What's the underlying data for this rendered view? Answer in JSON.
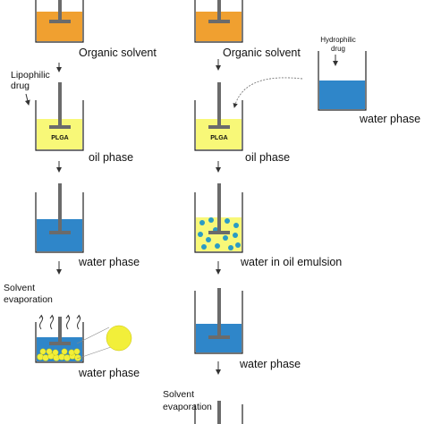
{
  "colors": {
    "organic": "#f0a030",
    "oil": "#f8f878",
    "water": "#2f86c9",
    "particle": "#f2ef3a",
    "emulsion_dot": "#2a9bc4",
    "rod": "#6b6b6b"
  },
  "left": {
    "step1_label": "Organic solvent",
    "drug_label_1": "Lipophilic",
    "drug_label_2": "drug",
    "step2_label": "oil phase",
    "plga_label": "PLGA",
    "step3_label": "water phase",
    "evap_label_1": "Solvent",
    "evap_label_2": "evaporation",
    "step4_label": "water phase"
  },
  "right": {
    "step1_label": "Organic solvent",
    "drug_label_1": "Hydrophilic",
    "drug_label_2": "drug",
    "side_label": "water phase",
    "step2_label": "oil phase",
    "plga_label": "PLGA",
    "step3_label": "water in oil emulsion",
    "step4_label": "water phase",
    "evap_label_1": "Solvent",
    "evap_label_2": "evaporation"
  }
}
